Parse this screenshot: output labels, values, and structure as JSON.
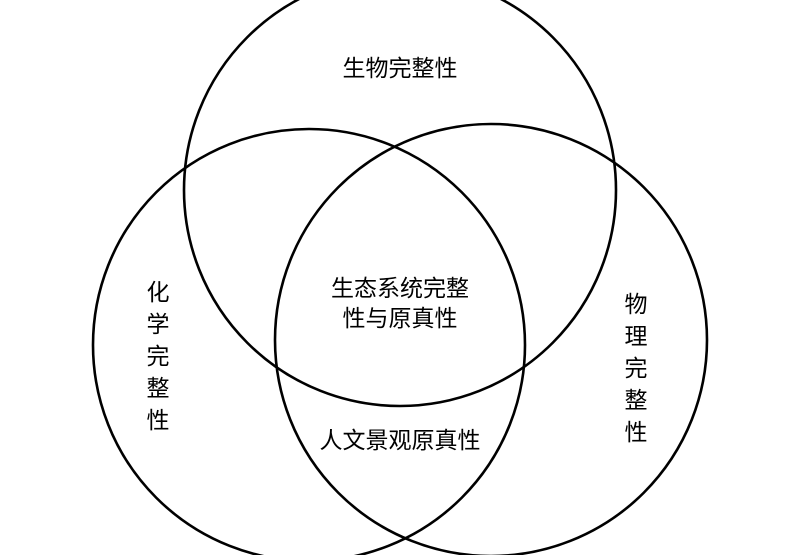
{
  "diagram": {
    "sets": {
      "top": "生物完整性",
      "left": "化学完整性",
      "right": "物理完整性"
    },
    "center": {
      "line1": "生态系统完整",
      "line2": "性与原真性"
    },
    "bottom_overlap": "人文景观原真性"
  },
  "colors": {
    "stroke": "#000000",
    "background": "#ffffff"
  }
}
